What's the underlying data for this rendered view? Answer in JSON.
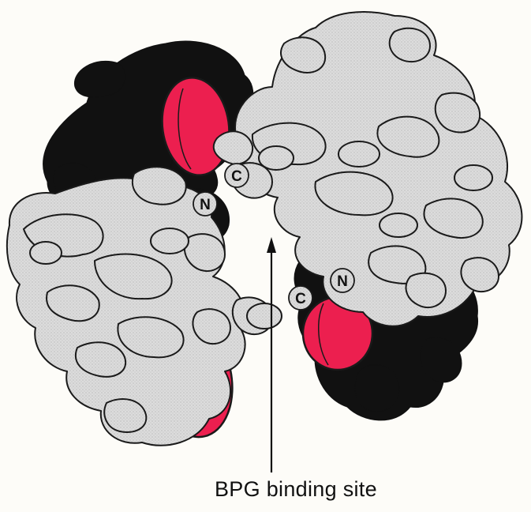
{
  "labels": {
    "n_top": "N",
    "c_top": "C",
    "c_bottom": "C",
    "n_bottom": "N"
  },
  "caption": "BPG binding site",
  "colors": {
    "background": "#fdfcf8",
    "alpha_chain": "#d9d9d9",
    "beta_chain": "#111111",
    "heme": "#ec1f4f",
    "outline": "#1a1a1a"
  }
}
